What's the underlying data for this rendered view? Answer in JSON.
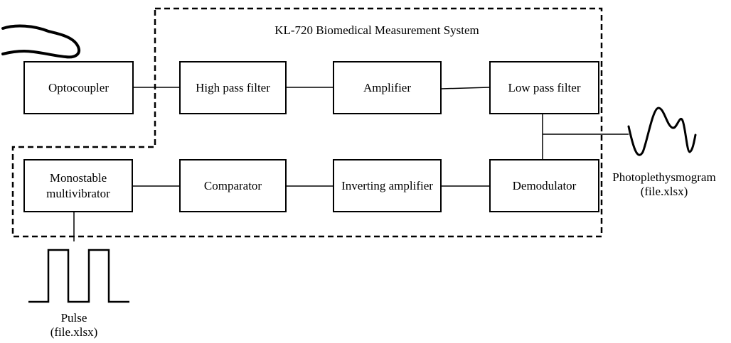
{
  "system_title": "KL-720 Biomedical Measurement System",
  "blocks": {
    "optocoupler": "Optocoupler",
    "high_pass_filter": "High pass filter",
    "amplifier": "Amplifier",
    "low_pass_filter": "Low pass filter",
    "monostable_line1": "Monostable",
    "monostable_line2": "multivibrator",
    "comparator": "Comparator",
    "inverting_amplifier": "Inverting amplifier",
    "demodulator": "Demodulator"
  },
  "outputs": {
    "ppg_label": "Photoplethysmogram",
    "ppg_file": "(file.xlsx)",
    "pulse_label": "Pulse",
    "pulse_file": "(file.xlsx)"
  }
}
